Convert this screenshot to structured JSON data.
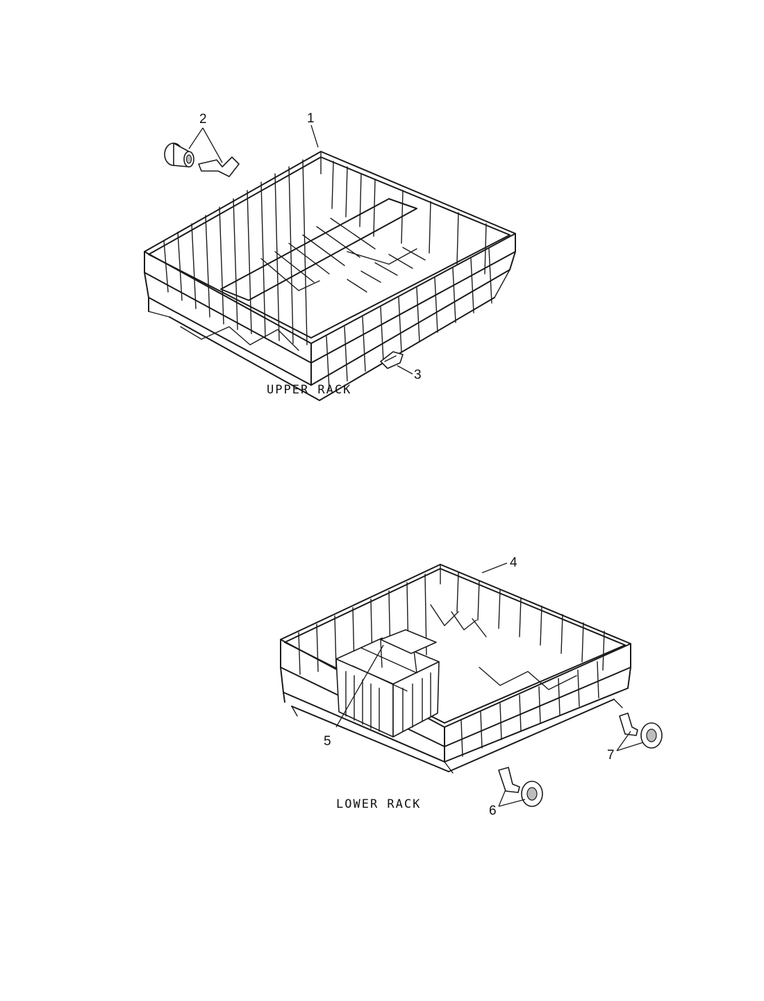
{
  "upper_rack": {
    "caption": "UPPER RACK",
    "callouts": {
      "c1": "1",
      "c2": "2",
      "c3": "3"
    }
  },
  "lower_rack": {
    "caption": "LOWER RACK",
    "callouts": {
      "c4": "4",
      "c5": "5",
      "c6": "6",
      "c7": "7"
    }
  }
}
